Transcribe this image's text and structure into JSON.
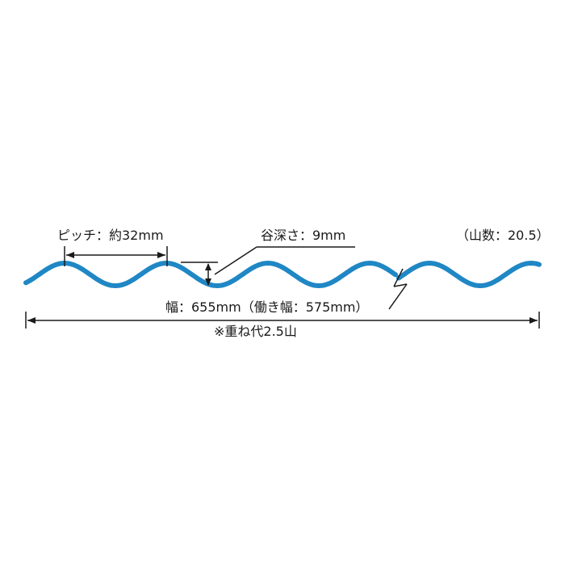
{
  "labels": {
    "pitch": "ピッチ：約32mm",
    "depth": "谷深さ：9mm",
    "crest_count": "（山数：20.5）",
    "width": "幅：655mm（働き幅：575mm）",
    "overlap": "※重ね代2.5山"
  },
  "colors": {
    "wave": "#1f87c4",
    "lines": "#1a1a1a",
    "background": "#ffffff"
  }
}
